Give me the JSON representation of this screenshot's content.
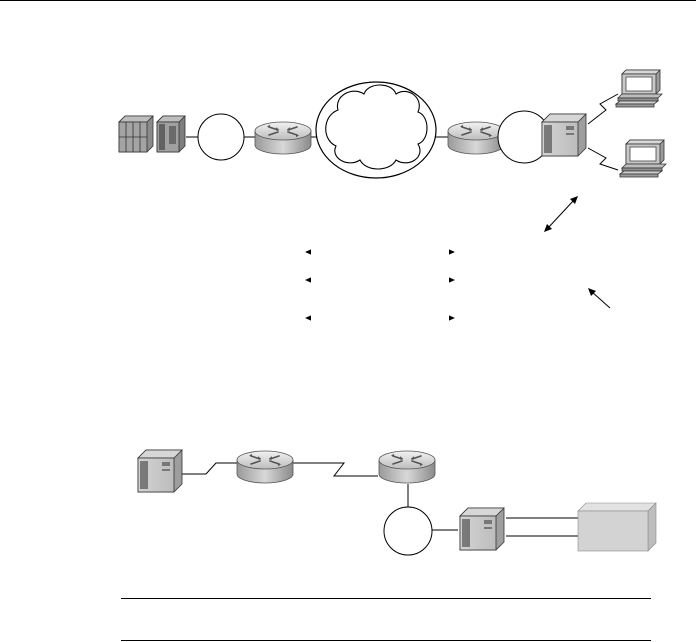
{
  "figure": {
    "top_diagram": {
      "nodes": [
        {
          "id": "mainframe",
          "icon": "mainframe-icon"
        },
        {
          "id": "ring-left",
          "icon": "token-ring-icon"
        },
        {
          "id": "router-left",
          "icon": "router-icon"
        },
        {
          "id": "wan-cloud",
          "icon": "network-cloud-icon"
        },
        {
          "id": "router-right",
          "icon": "router-icon"
        },
        {
          "id": "ring-right",
          "icon": "token-ring-icon"
        },
        {
          "id": "server-right",
          "icon": "server-icon"
        },
        {
          "id": "pc-top",
          "icon": "pc-workstation-icon"
        },
        {
          "id": "pc-bottom",
          "icon": "pc-workstation-icon"
        }
      ],
      "span_arrow_rows": 3
    },
    "bottom_diagram": {
      "nodes": [
        {
          "id": "server-left",
          "icon": "server-icon"
        },
        {
          "id": "router-a",
          "icon": "router-icon"
        },
        {
          "id": "router-b",
          "icon": "router-icon"
        },
        {
          "id": "ring",
          "icon": "token-ring-icon"
        },
        {
          "id": "server-b",
          "icon": "server-icon"
        },
        {
          "id": "host-box",
          "icon": "host-box-icon"
        }
      ]
    }
  }
}
